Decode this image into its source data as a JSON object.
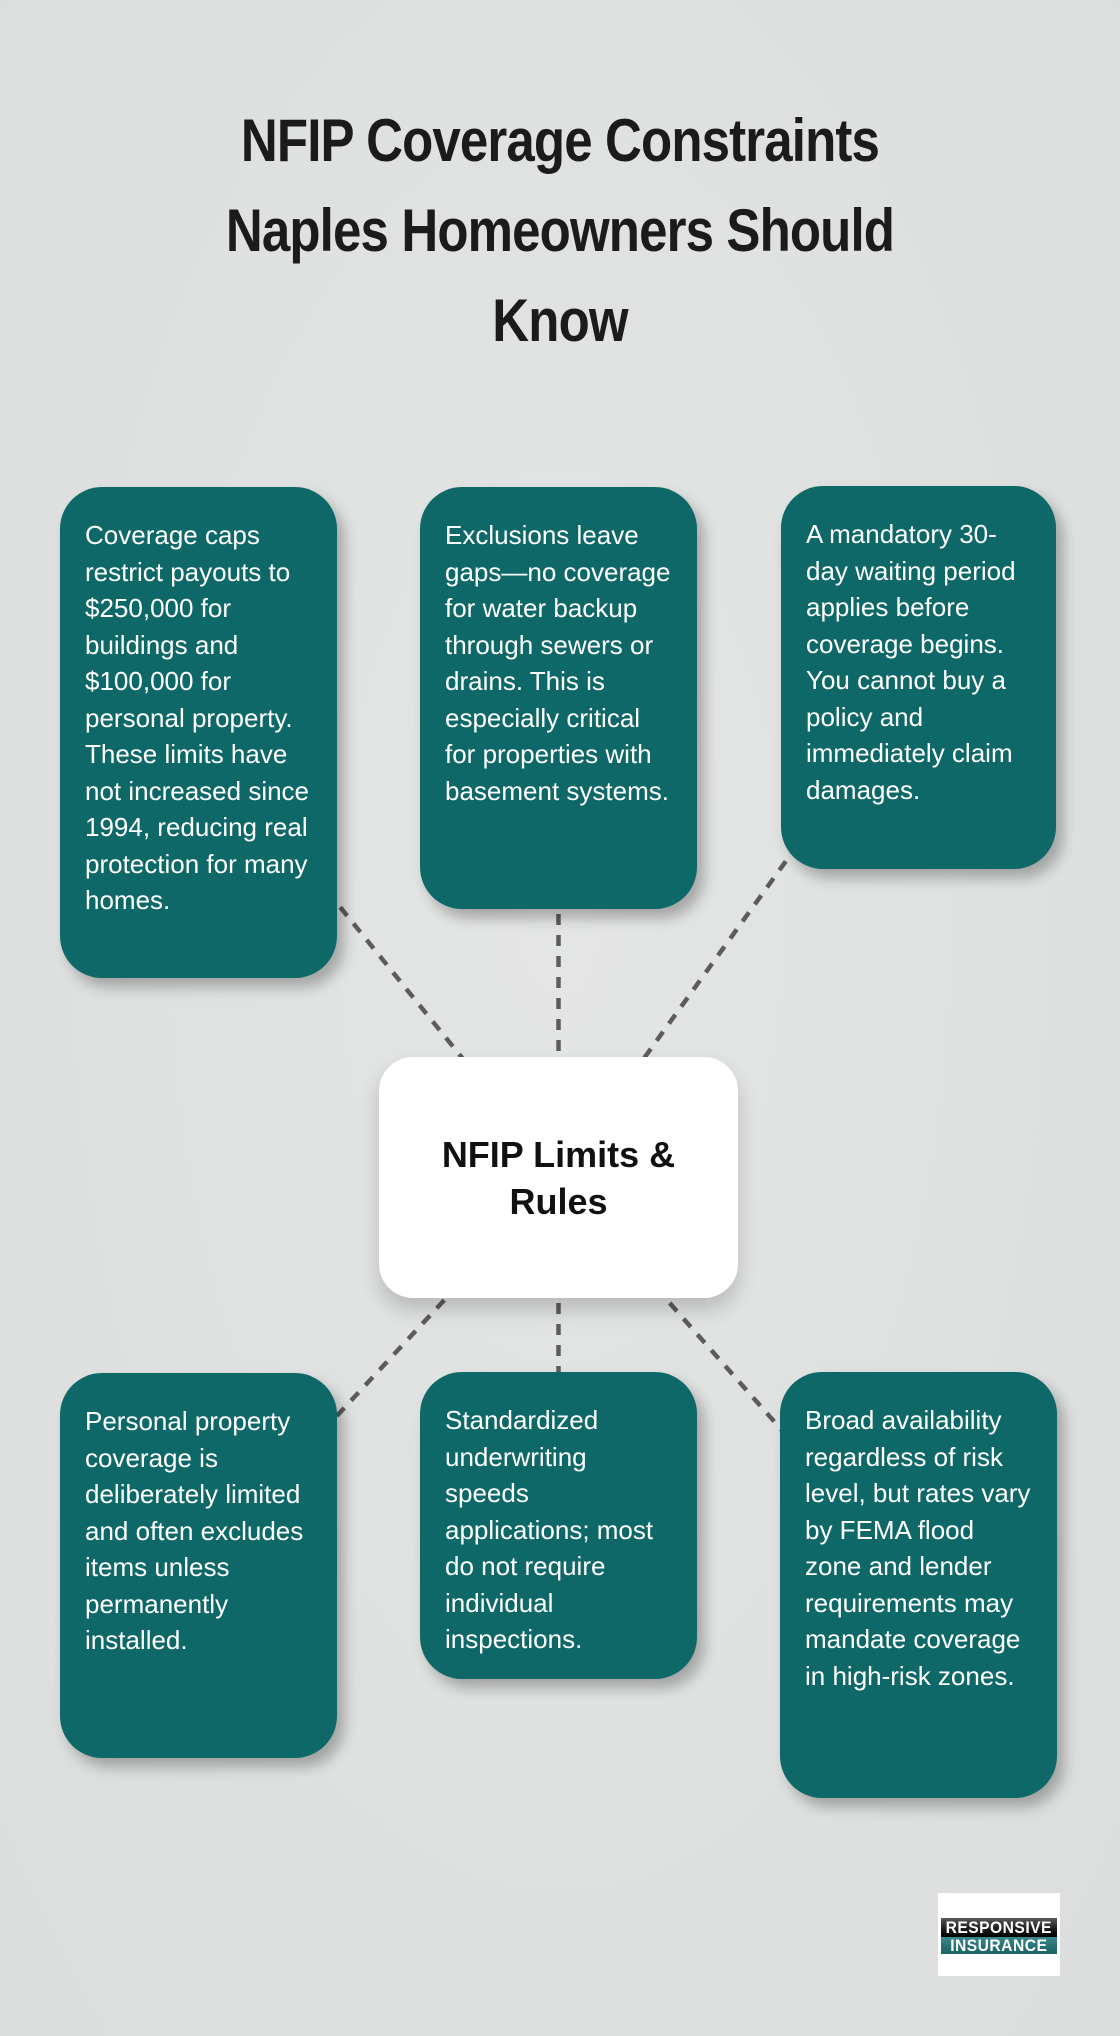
{
  "title": {
    "lines": [
      "NFIP Coverage Constraints",
      "Naples Homeowners Should",
      "Know"
    ]
  },
  "center": {
    "label": "NFIP Limits & Rules"
  },
  "cards": [
    {
      "text": "Coverage caps restrict payouts to $250,000 for buildings and $100,000 for personal property. These limits have not increased since 1994, reducing real protection for many homes."
    },
    {
      "text": "Exclusions leave gaps—no coverage for water backup through sewers or drains. This is especially critical for properties with basement systems."
    },
    {
      "text": "A mandatory 30-day waiting period applies before coverage begins. You cannot buy a policy and immediately claim damages."
    },
    {
      "text": "Personal property coverage is deliberately limited and often excludes items unless permanently installed."
    },
    {
      "text": "Standardized underwriting speeds applications; most do not require individual inspections."
    },
    {
      "text": "Broad availability regardless of risk level, but rates vary by FEMA flood zone and lender requirements may mandate coverage in high-risk zones."
    }
  ],
  "logo": {
    "line1": "RESPONSIVE",
    "line2": "INSURANCE"
  },
  "colors": {
    "card_teal": "#0f6868",
    "background_gray": "#dfe1e1",
    "connector_gray": "#5c5c5c",
    "logo_teal": "#246f71",
    "title_black": "#1b1b1b"
  }
}
